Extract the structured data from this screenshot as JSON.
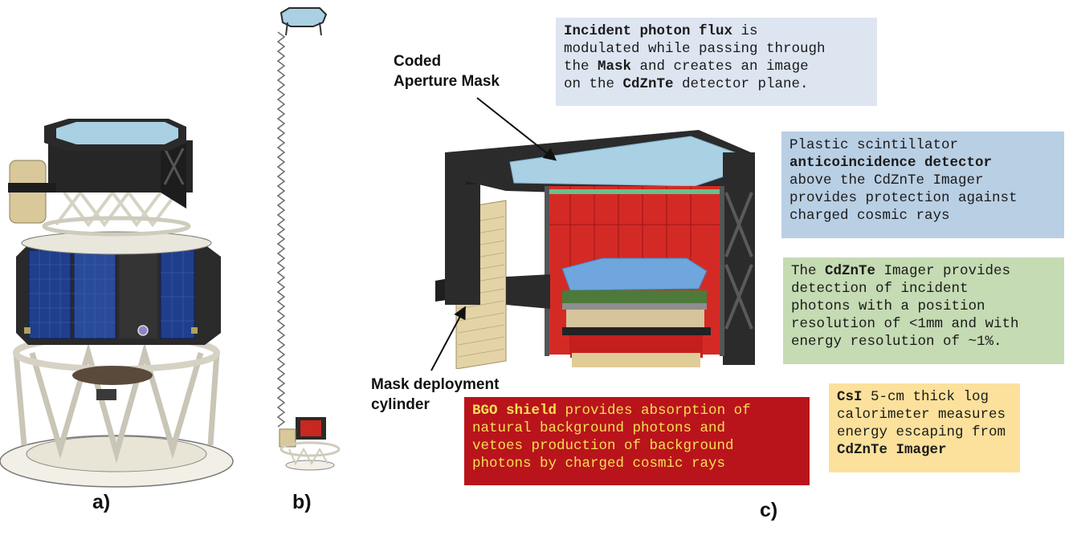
{
  "panels": {
    "a": "a)",
    "b": "b)",
    "c": "c)"
  },
  "callouts": {
    "mask": [
      "Coded",
      "Aperture Mask"
    ],
    "cylinder": [
      "Mask deployment",
      "cylinder"
    ]
  },
  "boxes": {
    "flux": {
      "l1_bold": "Incident photon flux",
      "l1_rest": " is",
      "l2": "modulated while passing through",
      "l3_pre": "the ",
      "l3_bold": "Mask",
      "l3_rest": " and creates an image",
      "l4_pre": "on the ",
      "l4_bold": "CdZnTe",
      "l4_rest": " detector plane."
    },
    "scint": {
      "l1": "Plastic scintillator",
      "l2_bold": "anticoincidence detector",
      "l3": "above the CdZnTe Imager",
      "l4": "provides protection against",
      "l5": "charged cosmic rays"
    },
    "cdznte": {
      "l1_pre": "The ",
      "l1_bold": "CdZnTe",
      "l1_rest": " Imager provides",
      "l2": "detection of incident",
      "l3": "photons with a position",
      "l4": "resolution of <1mm and with",
      "l5": "energy resolution of ~1%."
    },
    "bgo": {
      "l1_bold": "BGO shield",
      "l1_rest": " provides absorption of",
      "l2": "natural background photons and",
      "l3": "vetoes production of background",
      "l4": "photons by charged cosmic rays"
    },
    "csi": {
      "l1_bold": "CsI",
      "l1_rest": " 5-cm thick log",
      "l2": "calorimeter measures",
      "l3": "energy escaping from",
      "l4_bold": "CdZnTe Imager"
    }
  },
  "colors": {
    "flux_bg": "#dde5f1",
    "scint_bg": "#b9cfe4",
    "cdznte_bg": "#c5dbb3",
    "bgo_bg": "#b9141b",
    "bgo_text": "#f4df55",
    "csi_bg": "#fbe19b",
    "frame": "#2b2b2b",
    "mask_glass": "#9fcbe0",
    "solar_panel": "#1f3f8c",
    "cylinder": "#e3d3a6",
    "shield_red": "#d42a26"
  }
}
